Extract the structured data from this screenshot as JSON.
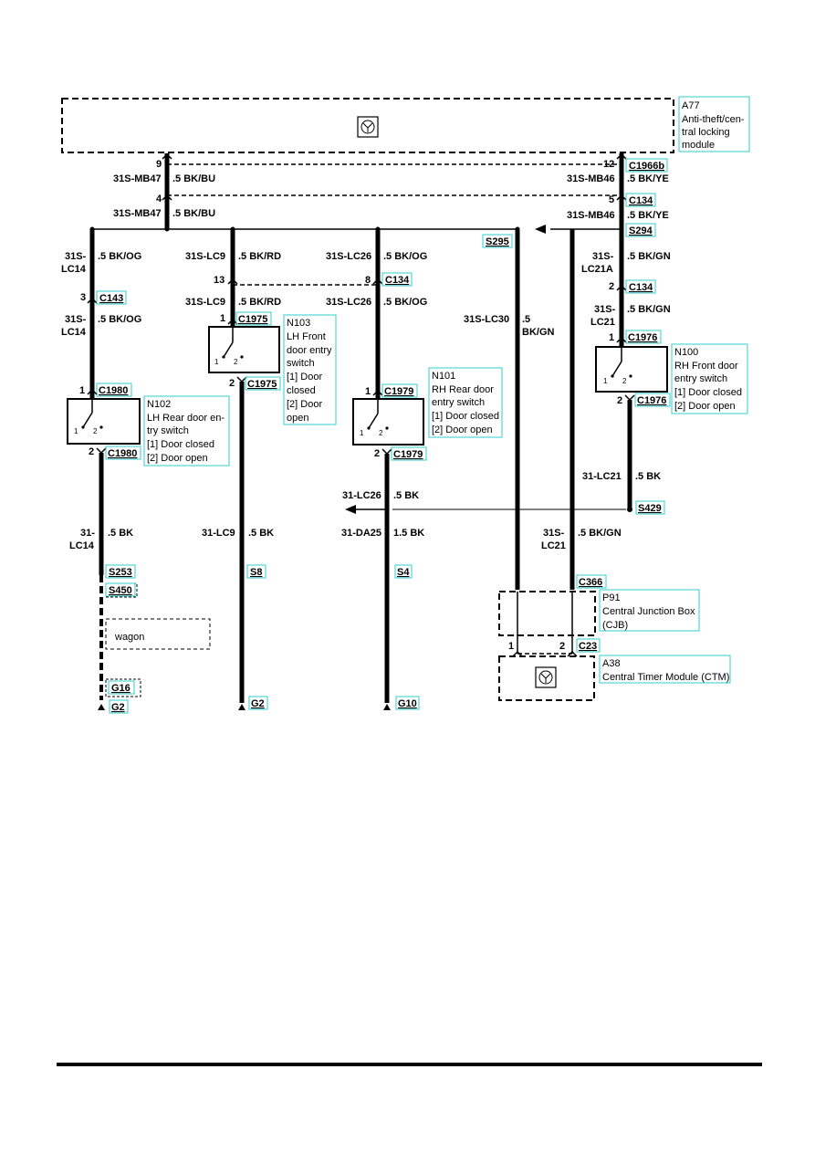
{
  "modules": {
    "a77": {
      "ref": "A77",
      "desc": [
        "Anti-theft/cen-",
        "tral locking",
        "module"
      ]
    },
    "p91": {
      "ref": "P91",
      "desc": [
        "Central Junction Box",
        "(CJB)"
      ]
    },
    "a38": {
      "ref": "A38",
      "desc": [
        "Central Timer Module (CTM)"
      ]
    }
  },
  "switches": {
    "n102": {
      "ref": "N102",
      "desc": [
        "LH Rear door en-",
        "try switch",
        "[1] Door closed",
        "[2] Door open"
      ]
    },
    "n103": {
      "ref": "N103",
      "desc": [
        "LH Front",
        "door entry",
        "switch",
        "[1] Door",
        "closed",
        "[2] Door",
        "open"
      ]
    },
    "n101": {
      "ref": "N101",
      "desc": [
        "RH Rear door",
        "entry switch",
        "[1] Door closed",
        "[2] Door open"
      ]
    },
    "n100": {
      "ref": "N100",
      "desc": [
        "RH Front door",
        "entry switch",
        "[1] Door closed",
        "[2] Door open"
      ]
    }
  },
  "connectors": {
    "c1966b": "C1966b",
    "c134a": "C134",
    "c134b": "C134",
    "c134c": "C134",
    "c143": "C143",
    "c1975a": "C1975",
    "c1975b": "C1975",
    "c1980a": "C1980",
    "c1980b": "C1980",
    "c1979a": "C1979",
    "c1979b": "C1979",
    "c1976a": "C1976",
    "c1976b": "C1976",
    "c366": "C366",
    "c23": "C23"
  },
  "splices": {
    "s294": "S294",
    "s295": "S295",
    "s429": "S429",
    "s253": "S253",
    "s450": "S450",
    "s8": "S8",
    "s4": "S4"
  },
  "grounds": {
    "g16": "G16",
    "g2a": "G2",
    "g2b": "G2",
    "g10": "G10"
  },
  "pins": {
    "p9": "9",
    "p12": "12",
    "p4": "4",
    "p5": "5",
    "p13": "13",
    "p8": "8",
    "p3": "3",
    "p2a": "2",
    "p1a": "1",
    "p2b": "2",
    "p1b": "1",
    "p2c": "2",
    "p1c": "1",
    "p2d": "2",
    "p1d": "1",
    "p2e": "2",
    "p1e": "1",
    "p2f": "2"
  },
  "sw_pins": {
    "one": "1",
    "two": "2"
  },
  "wires": {
    "mb47a": "31S-MB47",
    "mb47a_spec": ".5 BK/BU",
    "mb47b": "31S-MB47",
    "mb47b_spec": ".5 BK/BU",
    "mb46a": "31S-MB46",
    "mb46a_spec": ".5 BK/YE",
    "mb46b": "31S-MB46",
    "mb46b_spec": ".5 BK/YE",
    "lc14a_1": "31S-",
    "lc14a_2": "LC14",
    "lc14a_spec": ".5 BK/OG",
    "lc14b_1": "31S-",
    "lc14b_2": "LC14",
    "lc14b_spec": ".5 BK/OG",
    "lc9a": "31S-LC9",
    "lc9a_spec": ".5 BK/RD",
    "lc9b": "31S-LC9",
    "lc9b_spec": ".5 BK/RD",
    "lc26a": "31S-LC26",
    "lc26a_spec": ".5 BK/OG",
    "lc26b": "31S-LC26",
    "lc26b_spec": ".5 BK/OG",
    "lc30": "31S-LC30",
    "lc30_spec1": ".5",
    "lc30_spec2": "BK/GN",
    "lc21a_1": "31S-",
    "lc21a_2": "LC21A",
    "lc21a_spec": ".5 BK/GN",
    "lc21b_1": "31S-",
    "lc21b_2": "LC21",
    "lc21b_spec": ".5 BK/GN",
    "lc21_bk": "31-LC21",
    "lc21_bk_spec": ".5 BK",
    "lc26_bk": "31-LC26",
    "lc26_bk_spec": ".5 BK",
    "lc14_bk1": "31-",
    "lc14_bk2": "LC14",
    "lc14_bk_spec": ".5 BK",
    "lc9_bk": "31-LC9",
    "lc9_bk_spec": ".5 BK",
    "da25": "31-DA25",
    "da25_spec": "1.5 BK",
    "lc21c_1": "31S-",
    "lc21c_2": "LC21",
    "lc21c_spec": ".5 BK/GN"
  },
  "variant": {
    "wagon": "wagon"
  }
}
